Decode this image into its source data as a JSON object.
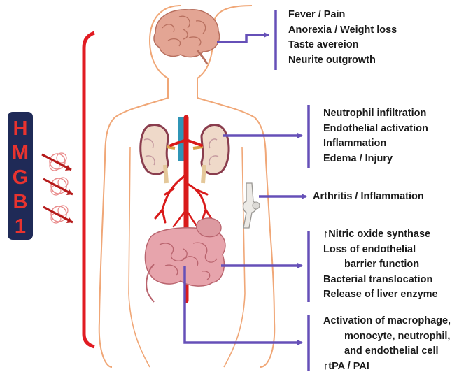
{
  "title_badge": {
    "letters": [
      "H",
      "M",
      "G",
      "B",
      "1"
    ]
  },
  "colors": {
    "badge_bg": "#1f2a57",
    "badge_text": "#e8332f",
    "bracket_red": "#e11b22",
    "arrow_purple": "#6650b8",
    "artery": "#d91a1a",
    "body_outline": "#f0a777",
    "kidney": "#a8606d",
    "intestine": "#d78d98",
    "brain": "#d99b8b"
  },
  "icons": [
    "molecule-arrow-icon",
    "brain-icon",
    "kidney-icon",
    "knee-joint-icon",
    "intestine-icon",
    "artery-icon"
  ],
  "targets": {
    "brain": [
      "Fever / Pain",
      "Anorexia / Weight loss",
      "Taste avereion",
      "Neurite outgrowth"
    ],
    "kidney": [
      "Neutrophil infiltration",
      "Endothelial activation",
      "Inflammation",
      "Edema / Injury"
    ],
    "joint": [
      "Arthritis / Inflammation"
    ],
    "gut": [
      "↑Nitric oxide synthase",
      "Loss of endothelial",
      "barrier function",
      "Bacterial translocation",
      "Release of liver enzyme"
    ],
    "blood": [
      "Activation of macrophage,",
      "monocyte, neutrophil,",
      "and endothelial cell",
      "↑tPA / PAI"
    ]
  }
}
